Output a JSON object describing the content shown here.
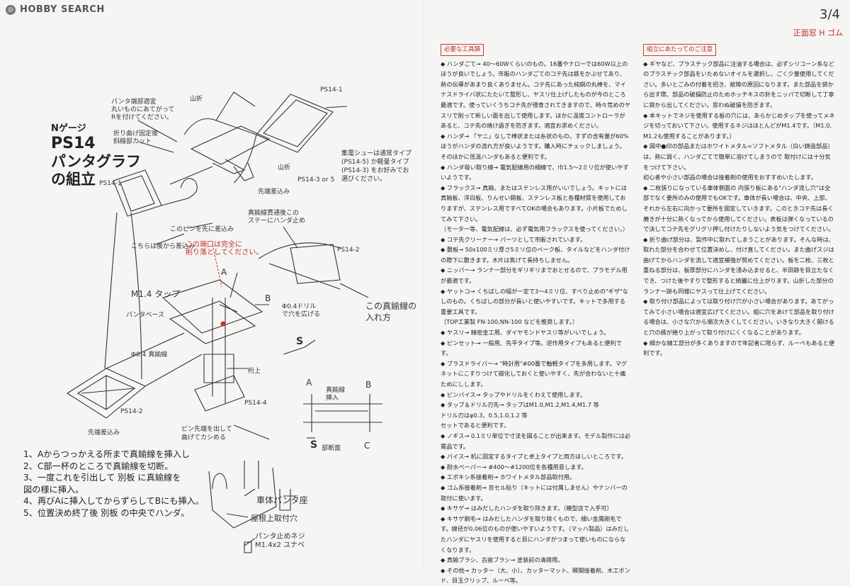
{
  "header": {
    "logo_text": "HOBBY SEARCH",
    "page": "3/4",
    "subtitle": "正面窓 H ゴム"
  },
  "title": {
    "gauge": "Nゲージ",
    "code": "PS14",
    "name_line1": "パンタグラフ",
    "name_line2": "の組立"
  },
  "diagram_labels": {
    "panta_end": "パンタ端部適宜\n丸いものにあてがって\nRを付けてください。",
    "fold_cut": "折り曲げ固定後\n斜線部カット",
    "yamaori1": "山折",
    "yamaori2": "山折",
    "ps14_1_top": "PS14-1",
    "ps14_1_left": "PS14-1",
    "ps14_3": "PS14-3 or 5",
    "ps14_2_right": "PS14-2",
    "ps14_2_left": "PS14-2",
    "ps14_4": "PS14-4",
    "collector": "集電シューは通常タイプ\n(PS14-5) か軽量タイプ\n(PS14-3) をお好みでお\n選びください。",
    "tip_insert_top": "先端差込み",
    "pin_insert": "このピンを先に差込み",
    "back_insert": "こちらは後から差込み",
    "brass_wire_stay": "真鍮線貫通後この\nステーにハンダ止め",
    "red_note": "この端口は完全に\n削り落としてください。",
    "tap": "M1.4 タップ",
    "panta_base": "パンタベース",
    "drill": "Φ0.4ドリル\nで穴を広げる",
    "brass_wire": "Φ0.4 真鍮線",
    "insert_method": "この真鍮線の\n入れ方",
    "roof_upper": "桁上",
    "tip_insert_bottom": "先端差込み",
    "pin_bend": "ピン先端を出して\n曲げてカシめる",
    "a_mark": "A",
    "b_mark": "B",
    "s_mark": "S",
    "section_a": "A",
    "section_b": "B",
    "section_c": "C",
    "section_insert": "真鍮線\n挿入",
    "section_label": "部断面",
    "car_seat": "車体パンタ座",
    "roof_hole": "屋根上取付穴",
    "screw": "パンタ止めネジ\nM1.4x2 ユナベ"
  },
  "steps": [
    "1、Aからつっかえる所まで真鍮線を挿入し",
    "2、C部一杯のところで真鍮線を切断。",
    "3、一度これを引出して  別板  に真鍮線を",
    "図の様に挿入。",
    "4、再びAに挿入してからずらしてBにも挿入。",
    "5、位置決め終了後  別板  の中央でハンダ。"
  ],
  "tools": {
    "heading": "必要な工具類",
    "paragraphs": [
      "◆ ハンダごて→ 40～60Wくらいのもの。16番やナローでは60W以上のほうが良いでしょう。市販のハンダごてのコテ先は鉄をかぶせてあり、熱の伝導があまり良くありません。コテ先にあった純銅の丸棒を、マイナスドライバ状にたたいて整形し、ヤスリ仕上げしたものが今のところ最適です。使っていくうちコテ先が侵食されてきますので、時々荒めのヤスリで削って新しい面を出して使用します。ほかに温度コントローラがあると、コテ先の焼け過ぎを防ぎます。適宜お求めください。",
      "◆ ハンダ→ 「ヤニ」なしで棒状または糸状のもの。すずの含有量が60%ほうがハンダの流れ方が良いようです。購入時にチェックしましょう。そのほかに低温ハンダもあると便利です。",
      "◆ ハンダ吸い取り線→ 電気配線用の細線で、巾1.5～2ミリ位が使いやすいようです。",
      "◆ フラックス→ 真鍮、またはステンレス用がいいでしょう。キットには真鍮板、洋白板、りんせい銅板、ステンレス板と各種材質を使用しておりますが、ステンレス用ですべてOKの場合もあります。小片板でためしてみて下さい。",
      "（モーター等、電気配線は、必ず電気用フラックスを使ってください。）",
      "◆ コテ先クリーナー→ パーツとして市販されています。",
      "◆ 敷板→ 50x100ミリ厚さ5ミリ位のベーク板、タイルなどをハンダ付けの際下に敷きます。木片は焦げて長持ちしません。",
      "◆ ニッパー→ ランナー部分をギリギリまでおとせるので、プラモデル用が最適です。",
      "◆ ヤットコ→ くちばしの幅が一定で3～4ミリ位、すべり止めの\"ギザ\"なしのもの。くちばしの部分が長いと使いやすいです。キットで多用する重要工具です。",
      "（TOP工業製 FN-100,NN-100 などを推奨します。）",
      "◆ ヤスリ→ 精密金工用、ダイヤモンドヤスリ等がいいでしょう。",
      "◆ ピンセット→ 一般用、先平タイプ等。逆作用タイプもあると便利です。",
      "◆ プラスドライバー→ \"時計用\"#00番で軸軽タイプを多用します。マグネットにこすりつけて磁化しておくと使いやすく、先が合わないと十痛ためにしします。",
      "◆ ピンバイス→ タップやドリルをくわえて使用します。",
      "◆ タップ＆ドリル刃先→ タップはM1.0,M1.2,M1.4,M1.7 等",
      "ドリル刃はφ0.3、0.5,1.0,1.2 等",
      "セットであると便利です。",
      "◆ ノギス→ 0.1ミリ単位で寸法を図ることが出来ます。モデル製作には必需品です。",
      "◆ バイス→ 机に固定するタイプと卓上タイプと両方ほしいところです。",
      "◆ 耐水ペーパー→ #400～#1200位を各種用意します。",
      "◆ エポキシ系接着剤→ ホワイトメタル部品取付用。",
      "◆ ゴム系接着剤→ 窓セル貼り（キットには付属しません）やナンバーの取付に使います。",
      "◆ キサゲ→ はみだしたハンダを取り除きます。（模型店で入手可）",
      "◆ キサゲ刷毛→ はみだしたハンダを取り除くもので、細い金属剛毛です。線径が0.06位のものが使いやすいようです。（マッハ製品）はみだしたハンダにヤスリを使用すると目にハンダがつまって使いものにならなくなります。",
      "◆ 真鍮ブラシ、古歯ブラシ→ 塗装前の清掃用。",
      "◆ その他→ カッター（大、小）、カッターマット、瞬間接着剤、木工ボンド、目玉クリップ、ルーペ等。"
    ]
  },
  "notes": {
    "heading": "組立にあたってのご注意",
    "paragraphs": [
      "◆ ギヤなど、プラスチック部品に注油する場合は、必ずシリコーン系などのプラスチック部品をいためないオイルを選択し、ごく少量使用してください。多いとごみの付着を招き、故障の原因になります。また部品を袋から出す際、部品の破損防止のためホッチキスの針をニッパで切断して丁寧に袋から出してください。思わぬ破損を防ぎます。",
      "◆ 本キットでネジを使用する板の穴には、あらかじめタップを使ってメネジを切っておいて下さい。使用するネジはほとんどがM1.4です。（M1.0, M1.2も使用することがあります。）",
      "◆ 図中●印の部品またはホワイトメタル=ソフトメタル（白い鋳造部品）は、熱に弱く、ハンダごてで簡単に溶けてしまうので 取付けには十分気をつけて下さい。",
      "初心者や小さい部品の場合は接着剤の使用をおすすめいたします。",
      "◆ 二枚張りになっている車体側面の 内張り板にある\"ハンダ流し穴\"は全部でなく要所のみの使用でもOKです。車体が長い場合は、中央、上部、それから左右に向かって要所を固定していきます。このときコテ先は長く磨きが十分に熱くなってから使用してください。表板は弾くなっているので決してコテ先をグリグリ押し付けたりしないよう気をつけてください。",
      "◆ 折り曲げ部分は、製作中に取れてしまうことがあります。そんな時は、取れた部分を合わせて位置決めし、付け直してください。また曲げスジは曲げてからハンダを流して適宜補強が努めてください。板を二枚、三枚と重ねる部分は、板厚部分にハンダを浸み込ませると、半田跡を目立たなくでき、つけた後やすりで整形すると綺麗に仕上がります。山折した部分のランナー跡も同様にヤスって仕上げてください。",
      "◆ 取り付け部品によっては取り付け穴が小さい場合があります。あてがってみて小さい場合は適宜広げてください。組に穴をあけて部品を取り付ける場合は、小さな穴から順次大きくしてください。いきなり大きく開けると穴の縁が捲り上がって取り付けにくくなることがあります。",
      "◆ 細かな線工部分が多くありますので年記者に限らず、ルーペもあると便利です。"
    ]
  }
}
